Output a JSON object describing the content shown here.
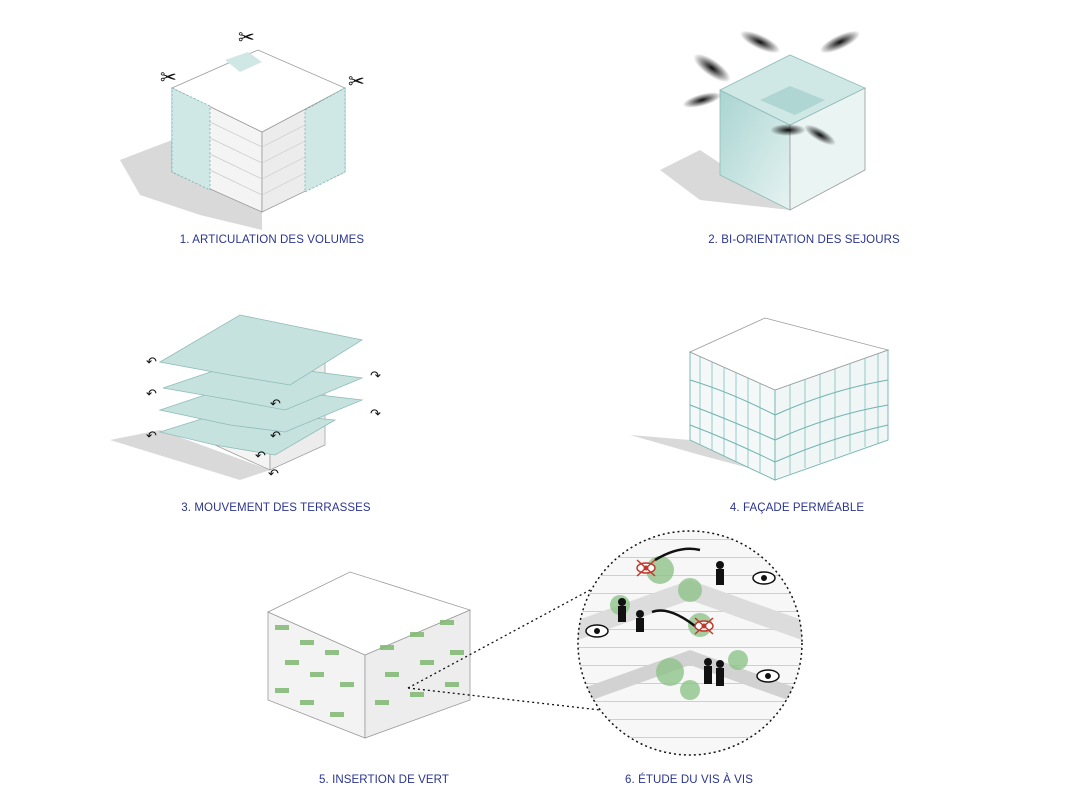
{
  "diagrams": [
    {
      "caption": "1. ARTICULATION DES VOLUMES"
    },
    {
      "caption": "2. BI-ORIENTATION DES SEJOURS"
    },
    {
      "caption": "3. MOUVEMENT DES TERRASSES"
    },
    {
      "caption": "4. FAÇADE PERMÉABLE"
    },
    {
      "caption": "5. INSERTION DE VERT"
    },
    {
      "caption": "6. ÉTUDE DU VIS À VIS"
    }
  ],
  "colors": {
    "caption": "#2b3590",
    "glass": "#b9dcd9",
    "frame": "#6fb3b0",
    "shadow": "#d6d6d6",
    "greenery": "#7fb870",
    "eye_alert": "#c0392b"
  }
}
